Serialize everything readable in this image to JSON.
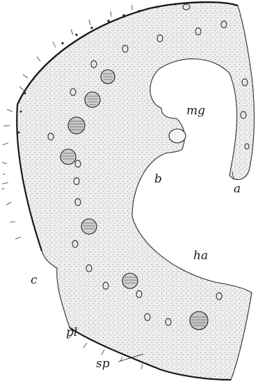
{
  "figure": {
    "background": "#ffffff",
    "ink": "#1a1a1a",
    "tissue_fill": "#ececec",
    "stipple": "#6b6b6b",
    "labels": {
      "mg": "mg",
      "a": "a",
      "b": "b",
      "ha": "ha",
      "c": "c",
      "pl": "pl",
      "sp": "sp"
    }
  }
}
